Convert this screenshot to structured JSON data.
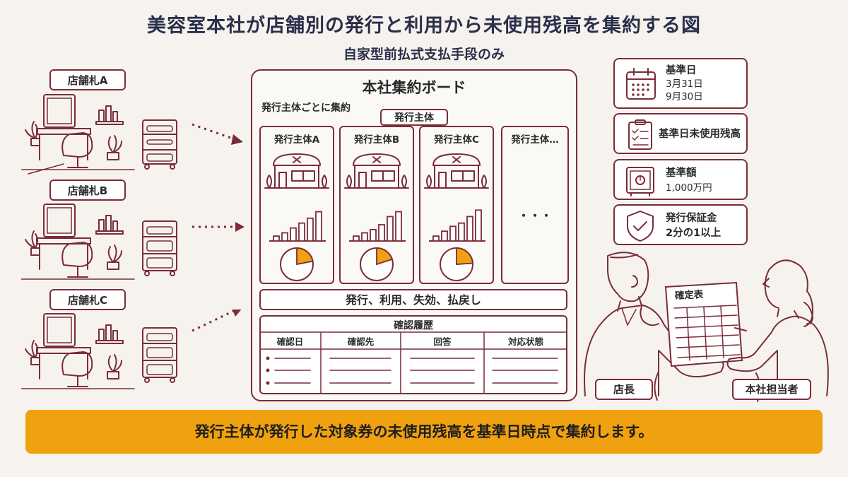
{
  "title": "美容室本社が店舗別の発行と利用から未使用残高を集約する図",
  "subtitle": "自家型前払式支払手段のみ",
  "stores": [
    {
      "label": "店舗札A"
    },
    {
      "label": "店舗札B"
    },
    {
      "label": "店舗札C"
    }
  ],
  "board": {
    "title": "本社集約ボード",
    "subtitle": "発行主体ごとに集約",
    "issuer_tag": "発行主体",
    "columns": [
      {
        "label": "発行主体A",
        "pie_fraction": 0.22,
        "bars": [
          0.15,
          0.25,
          0.4,
          0.55,
          0.7,
          0.9
        ]
      },
      {
        "label": "発行主体B",
        "pie_fraction": 0.2,
        "bars": [
          0.15,
          0.25,
          0.35,
          0.5,
          0.75,
          0.9
        ]
      },
      {
        "label": "発行主体C",
        "pie_fraction": 0.24,
        "bars": [
          0.15,
          0.3,
          0.45,
          0.55,
          0.75,
          0.95
        ]
      },
      {
        "label": "発行主体…",
        "ellipsis": "・・・"
      }
    ],
    "flow_bar": "発行、利用、失効、払戻し",
    "history": {
      "title": "確認履歴",
      "headers": [
        "確認日",
        "確認先",
        "回答",
        "対応状態"
      ]
    }
  },
  "info_cards": [
    {
      "icon": "calendar-icon",
      "lines": [
        "基準日",
        "3月31日",
        "9月30日"
      ]
    },
    {
      "icon": "checklist-icon",
      "lines": [
        "基準日未使用残高"
      ]
    },
    {
      "icon": "safe-icon",
      "lines": [
        "基準額",
        "1,000万円"
      ]
    },
    {
      "icon": "shield-check-icon",
      "lines": [
        "発行保証金",
        "2分の1以上"
      ]
    }
  ],
  "meeting": {
    "table_title": "確定表",
    "left_person": "店長",
    "right_person": "本社担当者"
  },
  "banner": "発行主体が発行した対象券の未使用残高を基準日時点で集約します。",
  "colors": {
    "accent": "#7a2c3a",
    "banner": "#efa10f",
    "background": "#f6f3ee",
    "pie_fill": "#efa10f"
  }
}
